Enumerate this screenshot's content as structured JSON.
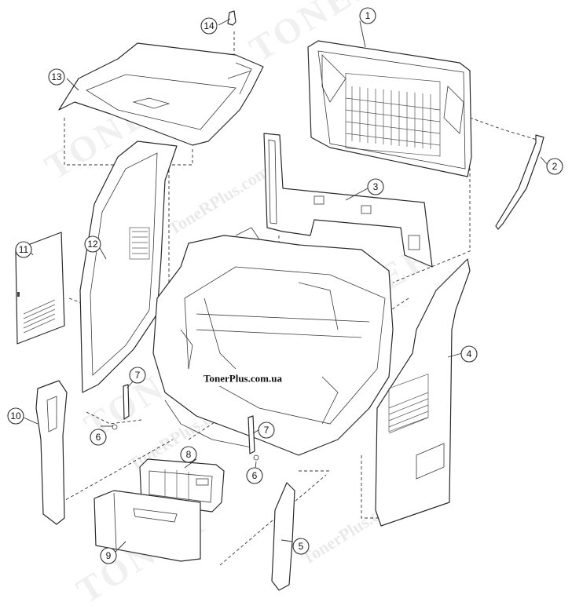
{
  "watermark": {
    "brand": "TONER",
    "site": "TonerPlus.com.ua",
    "site_short": "ToneRPlus.com"
  },
  "caption": "TonerPlus.com.ua",
  "callouts": [
    "1",
    "2",
    "3",
    "4",
    "5",
    "6",
    "7",
    "8",
    "9",
    "10",
    "11",
    "12",
    "13",
    "14",
    "7",
    "6"
  ],
  "colors": {
    "line": "#2a2a2a",
    "background": "#ffffff",
    "watermark": "#e4e4e4"
  }
}
